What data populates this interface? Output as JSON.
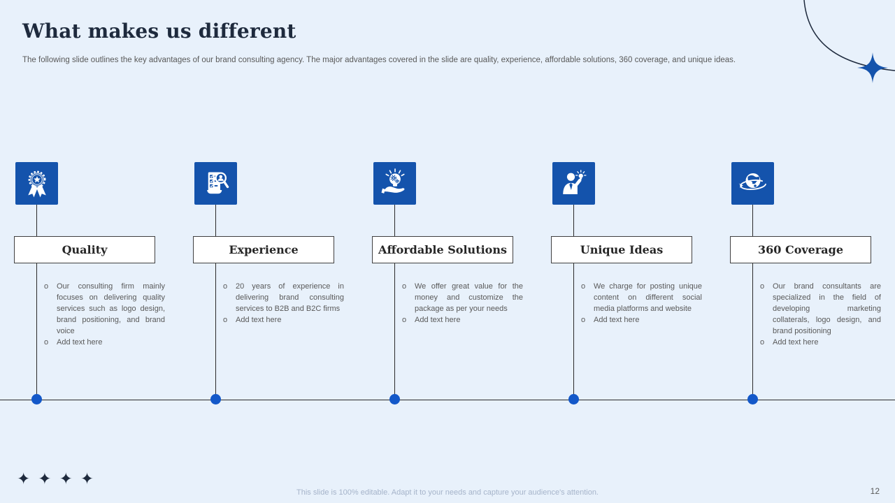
{
  "slide": {
    "title": "What makes us different",
    "subtitle": "The following slide outlines the key advantages of our brand consulting agency. The major advantages covered in the slide are quality, experience, affordable solutions, 360 coverage, and unique ideas.",
    "footer": "This slide is 100% editable. Adapt it to your needs and capture your audience's attention.",
    "page_number": "12"
  },
  "columns": [
    {
      "id": "quality",
      "icon": "award-ribbon-icon",
      "label": "Quality",
      "bullets": [
        "Our consulting firm mainly focuses on delivering quality services such as logo design, brand positioning, and brand voice",
        "Add text here"
      ]
    },
    {
      "id": "experience",
      "icon": "checklist-magnifier-icon",
      "label": "Experience",
      "bullets": [
        "20 years of experience in delivering brand consulting services to B2B and B2C firms",
        "Add text here"
      ]
    },
    {
      "id": "affordable-solutions",
      "icon": "hand-lightbulb-icon",
      "label": "Affordable Solutions",
      "bullets": [
        "We offer great value for the money and customize the package as per your needs",
        "Add text here"
      ]
    },
    {
      "id": "unique-ideas",
      "icon": "person-idea-icon",
      "label": "Unique Ideas",
      "bullets": [
        "We charge for posting unique content on different social media platforms and website",
        "Add text here"
      ]
    },
    {
      "id": "360-coverage",
      "icon": "globe-orbit-icon",
      "label": "360 Coverage",
      "bullets": [
        "Our brand consultants are specialized in the field of developing marketing collaterals, logo design, and brand positioning",
        "Add text here"
      ]
    }
  ],
  "decorations": {
    "sparkle_glyph": "✦",
    "sparkle_count": 4
  },
  "colors": {
    "accent_blue": "#1453ac",
    "dot_blue": "#1358c9",
    "background": "#e8f1fb",
    "title_color": "#1e2a3d",
    "text_color": "#595959",
    "line_color": "#2a2a2a",
    "box_border": "#404040",
    "footer_color": "#a6b4ca"
  }
}
